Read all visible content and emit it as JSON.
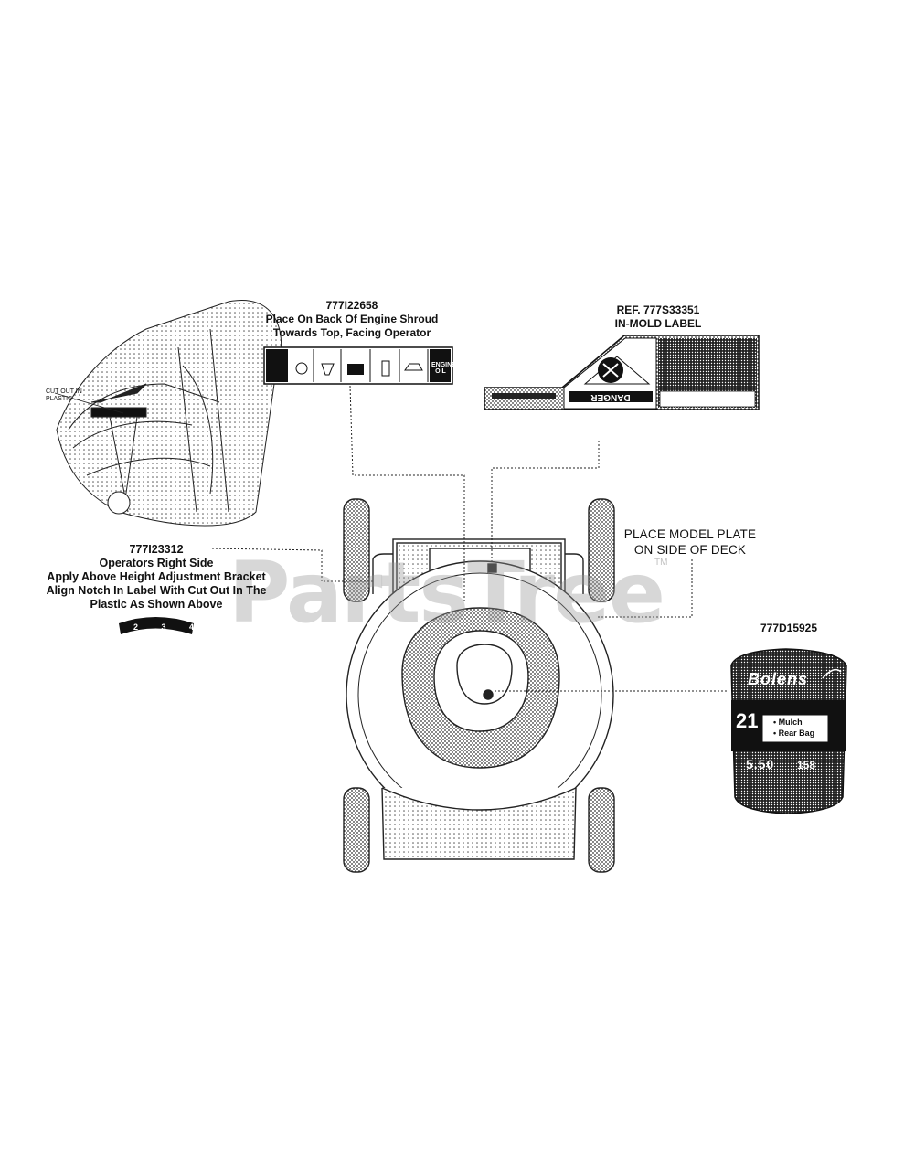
{
  "labels": {
    "engine_decal": {
      "part": "777I22658",
      "line1": "Place On Back Of Engine Shroud",
      "line2": "Towards Top, Facing Operator"
    },
    "danger_label": {
      "line1": "REF. 777S33351",
      "line2": "IN-MOLD LABEL",
      "word": "DANGER"
    },
    "height_decal": {
      "part": "777I23312",
      "line1": "Operators Right Side",
      "line2": "Apply Above Height Adjustment Bracket",
      "line3": "Align Notch In Label With Cut Out In The",
      "line4": "Plastic As Shown Above",
      "callout": "CUT OUT IN PLASTIC",
      "digits": [
        "2",
        "3",
        "4"
      ]
    },
    "model_plate": {
      "line1": "PLACE MODEL PLATE",
      "line2": "ON SIDE OF DECK"
    },
    "brand_decal": {
      "part": "777D15925",
      "brand": "Bolens",
      "size": "21",
      "opt1": "• Mulch",
      "opt2": "• Rear Bag",
      "hp": "5.50",
      "cc": "158"
    },
    "engine_decal_panel_last": "ENGINE OIL"
  },
  "watermark": "PartsTree",
  "watermark_tm": "TM"
}
